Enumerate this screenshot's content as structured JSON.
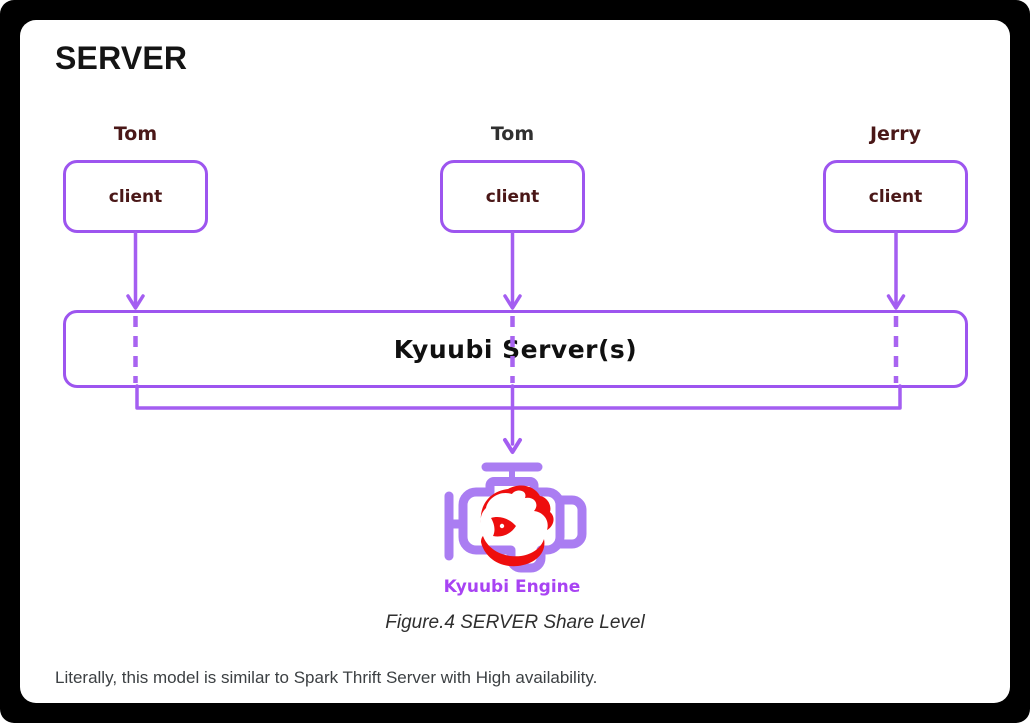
{
  "title": "SERVER",
  "diagram": {
    "clients": [
      {
        "user": "Tom",
        "label": "client"
      },
      {
        "user": "Tom",
        "label": "client"
      },
      {
        "user": "Jerry",
        "label": "client"
      }
    ],
    "server_label": "Kyuubi Server(s)",
    "engine_label": "Kyuubi Engine",
    "caption": "Figure.4 SERVER Share Level",
    "icons": {
      "engine": "engine-icon",
      "fox": "fox-icon",
      "arrows": "down-arrow-icon"
    },
    "colors": {
      "line_purple": "#a45ef1",
      "box_border_purple": "#9d55ef",
      "engine_purple": "#aa7df2",
      "fox_red": "#ee0e0e",
      "engine_label_purple": "#a843f3",
      "client_text_maroon": "#4a1717",
      "user_label_colors": [
        "#4a1717",
        "#303030",
        "#4a1717"
      ]
    }
  },
  "footer": {
    "text": "Literally, this model is similar to Spark Thrift Server with High availability."
  }
}
